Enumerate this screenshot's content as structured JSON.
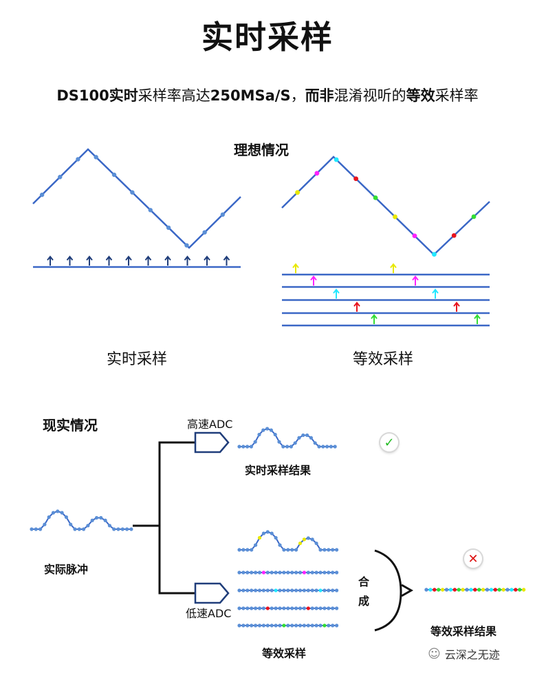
{
  "title": "实时采样",
  "subtitle": {
    "part1": "DS100",
    "part2": "实时",
    "part3": "采样率高达",
    "part4": "250MSa/S",
    "part5": "，",
    "part6": "而非",
    "part7": "混淆视听的",
    "part8": "等效",
    "part9": "采样率"
  },
  "ideal": {
    "heading": "理想情况",
    "left_caption": "实时采样",
    "right_caption": "等效采样"
  },
  "real": {
    "heading": "现实情况",
    "pulse_label": "实际脉冲",
    "high_adc": "高速ADC",
    "low_adc": "低速ADC",
    "rt_result": "实时采样结果",
    "eq_label": "等效采样",
    "combine_1": "合",
    "combine_2": "成",
    "eq_result": "等效采样结果",
    "ok_icon": "✓",
    "bad_icon": "✕"
  },
  "colors": {
    "line": "#3a67c6",
    "dot": "#5b8fd6",
    "dark": "#1f3d7a",
    "yellow": "#e8e800",
    "magenta": "#ff22ff",
    "cyan": "#22e8ff",
    "red": "#e8141e",
    "green": "#33dd33",
    "ok": "#22bb22",
    "bad": "#dd1111"
  },
  "watermark": "云深之无迹"
}
